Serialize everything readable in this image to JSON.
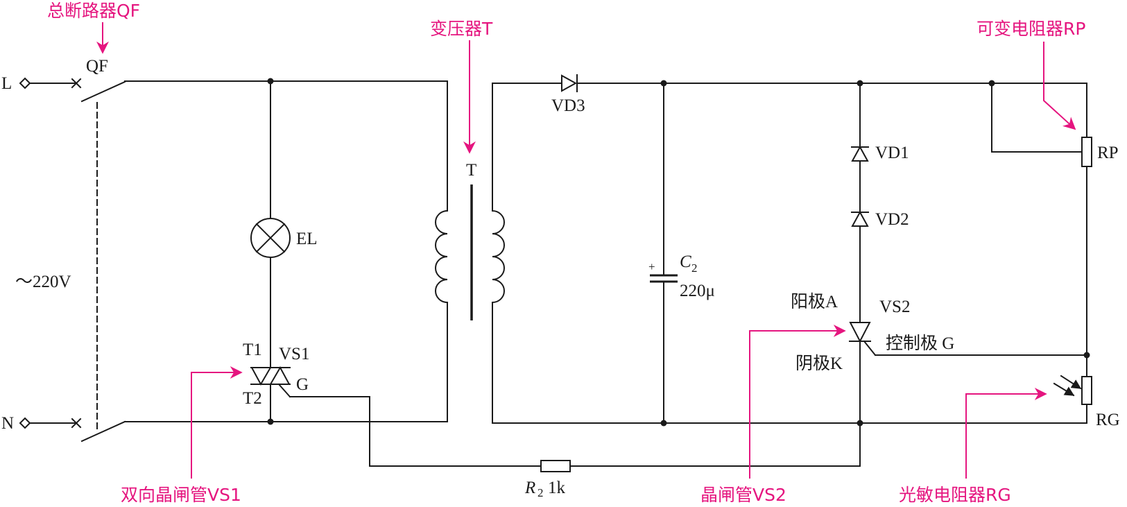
{
  "labels": {
    "L": "L",
    "N": "N",
    "QF": "QF",
    "voltage": "～220V",
    "EL": "EL",
    "T1": "T1",
    "T2": "T2",
    "VS1": "VS1",
    "G1": "G",
    "T": "T",
    "VD3": "VD3",
    "C2": "C",
    "C2_sub": "2",
    "C2_plus": "+",
    "C2_val": "220μ",
    "VD1": "VD1",
    "VD2": "VD2",
    "anode": "阳极A",
    "VS2": "VS2",
    "gate": "控制极 G",
    "cathode": "阴极K",
    "RP": "RP",
    "RG": "RG",
    "R2": "R",
    "R2_sub": "2",
    "R2_val": "1k"
  },
  "callouts": {
    "qf": "总断路器QF",
    "transformer": "变压器T",
    "rp": "可变电阻器RP",
    "vs1": "双向晶闸管VS1",
    "vs2": "晶闸管VS2",
    "rg": "光敏电阻器RG"
  },
  "colors": {
    "wire": "#1a1a1a",
    "callout": "#e5157f"
  }
}
